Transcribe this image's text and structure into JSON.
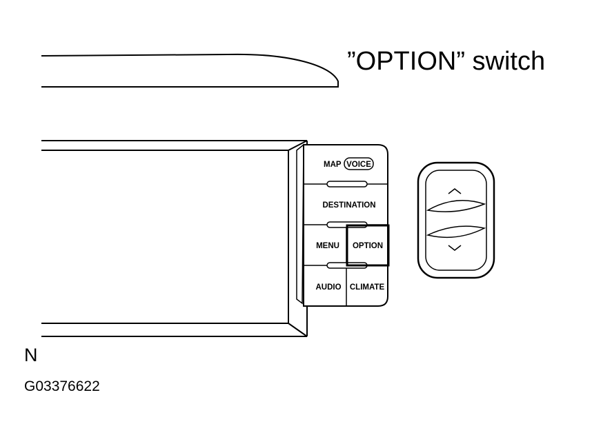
{
  "callout": {
    "text": "”OPTION” switch"
  },
  "north_label": "N",
  "figure_id": "G03376622",
  "buttons": {
    "map": "MAP",
    "voice": "VOICE",
    "destination": "DESTINATION",
    "menu": "MENU",
    "option": "OPTION",
    "audio": "AUDIO",
    "climate": "CLIMATE"
  },
  "rocker_switch": {
    "up_symbol": "^",
    "down_symbol": "v"
  }
}
